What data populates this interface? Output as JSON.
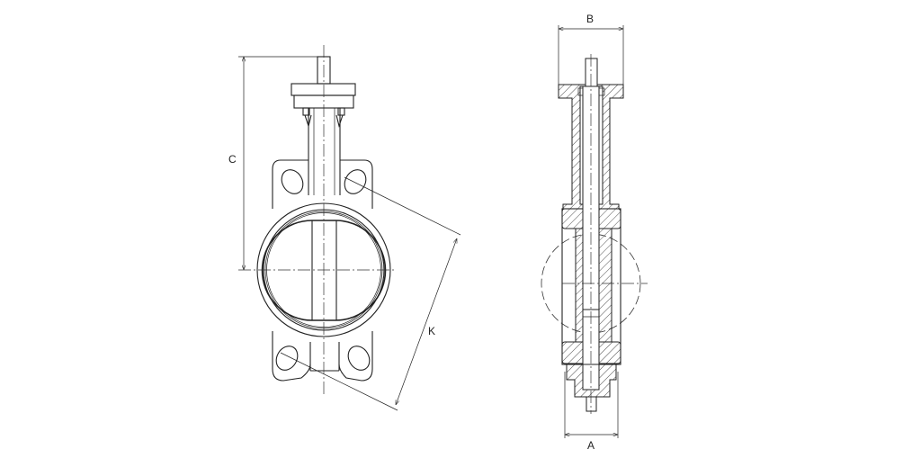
{
  "drawing": {
    "dimensions": {
      "a": "A",
      "b": "B",
      "c": "C",
      "k": "K"
    },
    "colors": {
      "line": "#222222",
      "background": "#ffffff"
    }
  }
}
